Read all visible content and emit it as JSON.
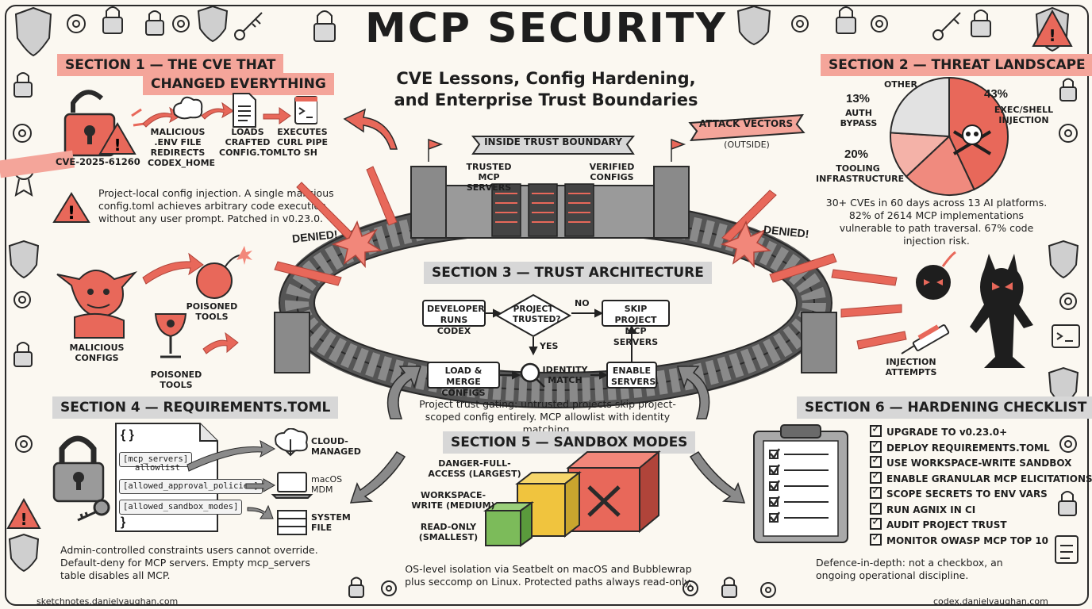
{
  "title": "MCP SECURITY",
  "subtitle": [
    "CVE Lessons, Config Hardening,",
    "and Enterprise Trust Boundaries"
  ],
  "colors": {
    "accent_red": "#e8685a",
    "banner_red": "#f4a59a",
    "banner_grey": "#d7d7d7",
    "ink": "#1e1e1e"
  },
  "section1": {
    "heading": [
      "SECTION 1 — THE CVE THAT",
      "CHANGED EVERYTHING"
    ],
    "cve_badge": "CVE-2025-61260",
    "flow": [
      {
        "label": "MALICIOUS .ENV FILE REDIRECTS CODEX_HOME",
        "icon": "cloud-icon"
      },
      {
        "label": "LOADS CRAFTED CONFIG.TOML",
        "icon": "document-icon"
      },
      {
        "label": "EXECUTES CURL PIPE TO SH",
        "icon": "terminal-icon"
      }
    ],
    "description": "Project-local config injection. A single malicious config.toml achieves arbitrary code execution without any user prompt. Patched in v0.23.0."
  },
  "section2": {
    "heading": "SECTION 2 — THREAT LANDSCAPE",
    "pie": [
      {
        "pct": "43%",
        "label": "EXEC/SHELL INJECTION",
        "value": 43
      },
      {
        "pct": "20%",
        "label": "TOOLING INFRASTRUCTURE",
        "value": 20
      },
      {
        "pct": "13%",
        "label": "AUTH BYPASS",
        "value": 13
      },
      {
        "pct": "",
        "label": "OTHER",
        "value": 24
      }
    ],
    "description": "30+ CVEs in 60 days across 13 AI platforms. 82% of 2614 MCP implementations vulnerable to path traversal. 67% code injection risk."
  },
  "center": {
    "inside_banner": "INSIDE TRUST BOUNDARY",
    "trusted_servers": "TRUSTED MCP SERVERS",
    "verified_configs": "VERIFIED CONFIGS",
    "attack_vectors": "ATTACK VECTORS",
    "outside": "(OUTSIDE)",
    "denied_left": "DENIED!",
    "denied_right": "DENIED!",
    "malicious_configs": "MALICIOUS CONFIGS",
    "poisoned_tools_1": "POISONED TOOLS",
    "poisoned_tools_2": "POISONED TOOLS",
    "injection_attempts": "INJECTION ATTEMPTS"
  },
  "section3": {
    "heading": "SECTION 3 — TRUST ARCHITECTURE",
    "developer": "DEVELOPER RUNS CODEX",
    "decision": "PROJECT TRUSTED?",
    "no": "NO",
    "yes": "YES",
    "skip": "SKIP PROJECT MCP SERVERS",
    "load": "LOAD & MERGE CONFIGS",
    "identity": "IDENTITY MATCH",
    "enable": "ENABLE SERVERS",
    "description": "Project trust gating: untrusted projects skip project-scoped config entirely. MCP allowlist with identity matching."
  },
  "section4": {
    "heading": "SECTION 4 — REQUIREMENTS.TOML",
    "brace_open": "{ }",
    "keys": [
      "[mcp_servers]",
      "allowlist",
      "[allowed_approval_policies]",
      "[allowed_sandbox_modes]"
    ],
    "brace_close": "}",
    "targets": [
      "CLOUD-MANAGED",
      "macOS MDM",
      "SYSTEM FILE"
    ],
    "description": "Admin-controlled constraints users cannot override. Default-deny for MCP servers. Empty mcp_servers table disables all MCP."
  },
  "section5": {
    "heading": "SECTION 5 — SANDBOX MODES",
    "modes": [
      "DANGER-FULL-ACCESS (LARGEST)",
      "WORKSPACE-WRITE (MEDIUM)",
      "READ-ONLY (SMALLEST)"
    ],
    "description": "OS-level isolation via Seatbelt on macOS and Bubblewrap plus seccomp on Linux. Protected paths always read-only."
  },
  "section6": {
    "heading": "SECTION 6 — HARDENING CHECKLIST",
    "items": [
      "UPGRADE TO v0.23.0+",
      "DEPLOY REQUIREMENTS.TOML",
      "USE WORKSPACE-WRITE SANDBOX",
      "ENABLE GRANULAR MCP ELICITATIONS",
      "SCOPE SECRETS TO ENV VARS",
      "RUN AGNIX IN CI",
      "AUDIT PROJECT TRUST",
      "MONITOR OWASP MCP TOP 10"
    ],
    "description": "Defence-in-depth: not a checkbox, an ongoing operational discipline."
  },
  "footer": {
    "left": "sketchnotes.danielvaughan.com",
    "right": "codex.danielvaughan.com"
  }
}
